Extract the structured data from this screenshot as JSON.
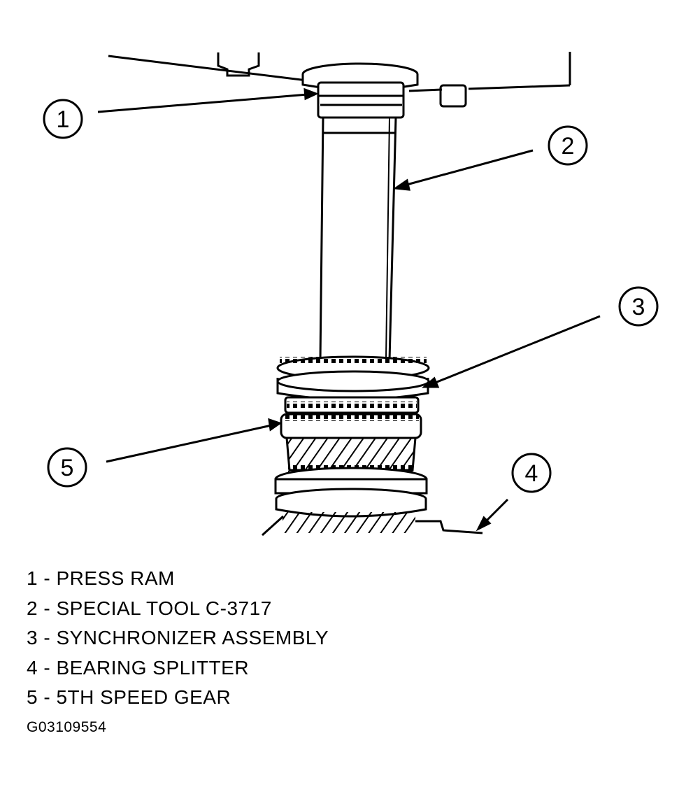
{
  "callouts": [
    "1",
    "2",
    "3",
    "4",
    "5"
  ],
  "legend": [
    {
      "number": "1",
      "text": "1 - PRESS RAM"
    },
    {
      "number": "2",
      "text": "2 - SPECIAL TOOL C-3717"
    },
    {
      "number": "3",
      "text": "3 - SYNCHRONIZER ASSEMBLY"
    },
    {
      "number": "4",
      "text": "4 - BEARING SPLITTER"
    },
    {
      "number": "5",
      "text": "5 - 5TH SPEED GEAR"
    }
  ],
  "figure_id": "G03109554"
}
